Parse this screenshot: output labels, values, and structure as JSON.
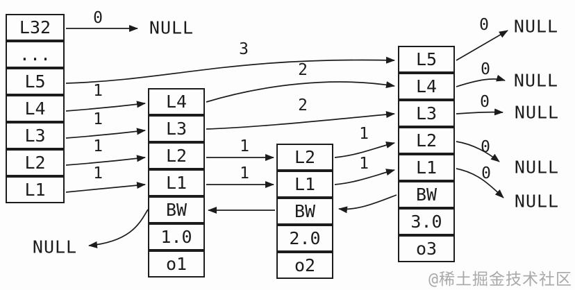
{
  "diagram": {
    "header_column": {
      "cells": [
        "L32",
        "...",
        "L5",
        "L4",
        "L3",
        "L2",
        "L1"
      ]
    },
    "node1": {
      "cells": [
        "L4",
        "L3",
        "L2",
        "L1",
        "BW",
        "1.0",
        "o1"
      ]
    },
    "node2": {
      "cells": [
        "L2",
        "L1",
        "BW",
        "2.0",
        "o2"
      ]
    },
    "node3": {
      "cells": [
        "L5",
        "L4",
        "L3",
        "L2",
        "L1",
        "BW",
        "3.0",
        "o3"
      ]
    },
    "arrow_labels": {
      "l32_to_null": "0",
      "l5_to_node3": "3",
      "l4_to_node1": "1",
      "l3_to_node1": "1",
      "l2_to_node1": "1",
      "l1_to_node1": "1",
      "node1_l4_to_node3": "2",
      "node1_l3_to_node3": "2",
      "node1_l2_to_node2": "1",
      "node1_l1_to_node2": "1",
      "node2_l2_to_node3": "1",
      "node2_l1_to_node3": "1",
      "node3_l5_to_null": "0",
      "node3_l4_to_null": "0",
      "node3_l3_to_null": "0",
      "node3_l2_to_null": "0",
      "node3_l1_to_null": "0"
    },
    "null_labels": {
      "top": "NULL",
      "bottom_left": "NULL",
      "right1": "NULL",
      "right2": "NULL",
      "right3": "NULL",
      "right4": "NULL",
      "right5": "NULL"
    }
  },
  "watermark": "@稀土掘金技术社区",
  "colors": {
    "line": "#1c1c1c",
    "watermark": "#a9a9a9",
    "background": "#fdfdfd"
  }
}
